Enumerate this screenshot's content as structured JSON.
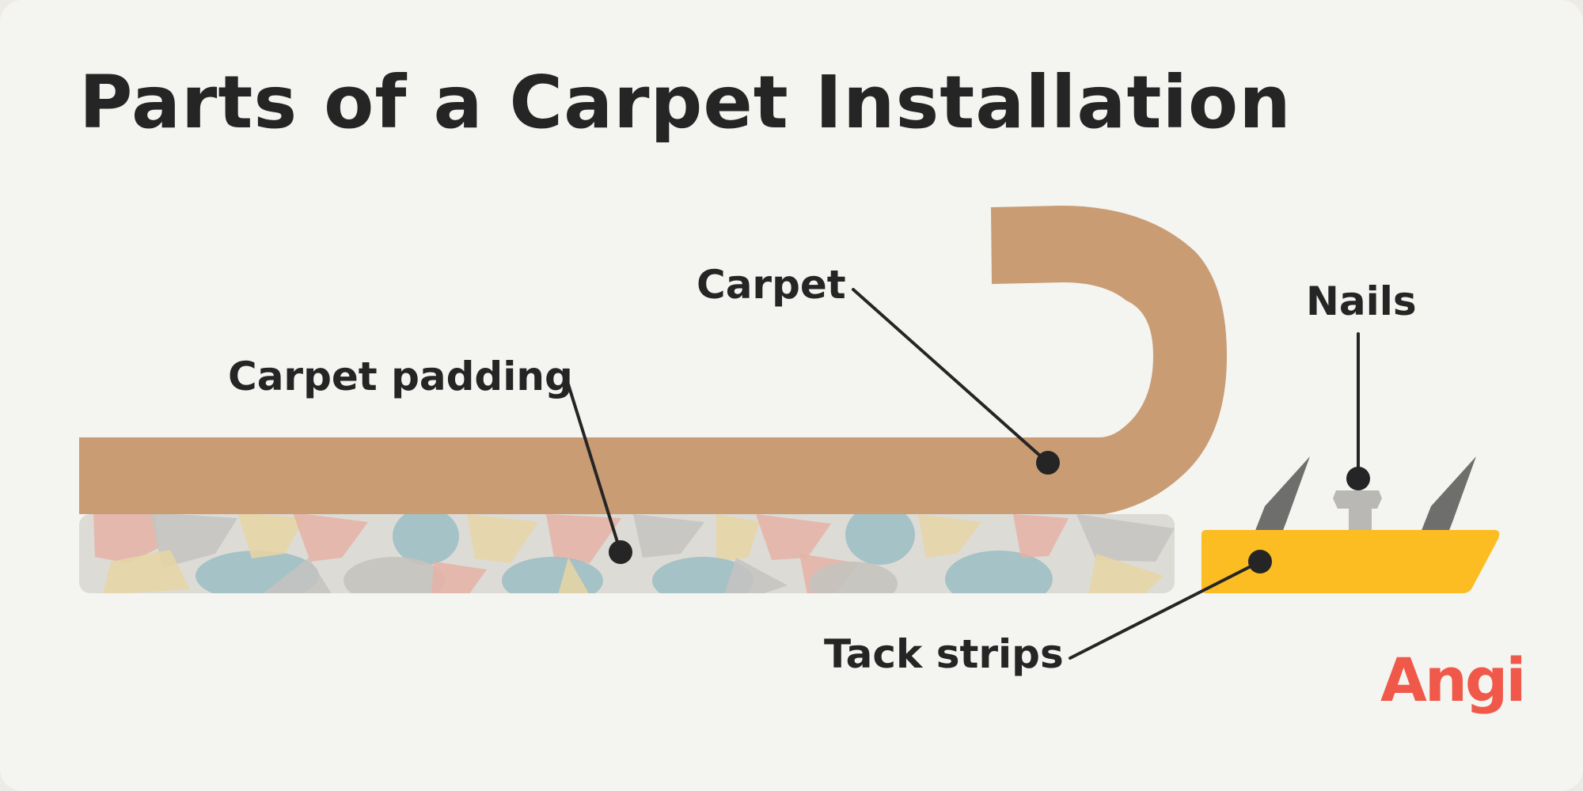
{
  "title": "Parts of a Carpet Installation",
  "labels": {
    "carpet": "Carpet",
    "carpet_padding": "Carpet padding",
    "nails": "Nails",
    "tack_strips": "Tack strips"
  },
  "brand": {
    "logo_text": "Angi",
    "color": "#f0584a"
  },
  "colors": {
    "background": "#f4f4f0",
    "carpet": "#c99c74",
    "padding_base": "#dcdbd6",
    "tack_strip": "#fcbd22",
    "nail_tack": "#6e6e6c",
    "nail": "#b9b8b5",
    "ink": "#252525"
  }
}
